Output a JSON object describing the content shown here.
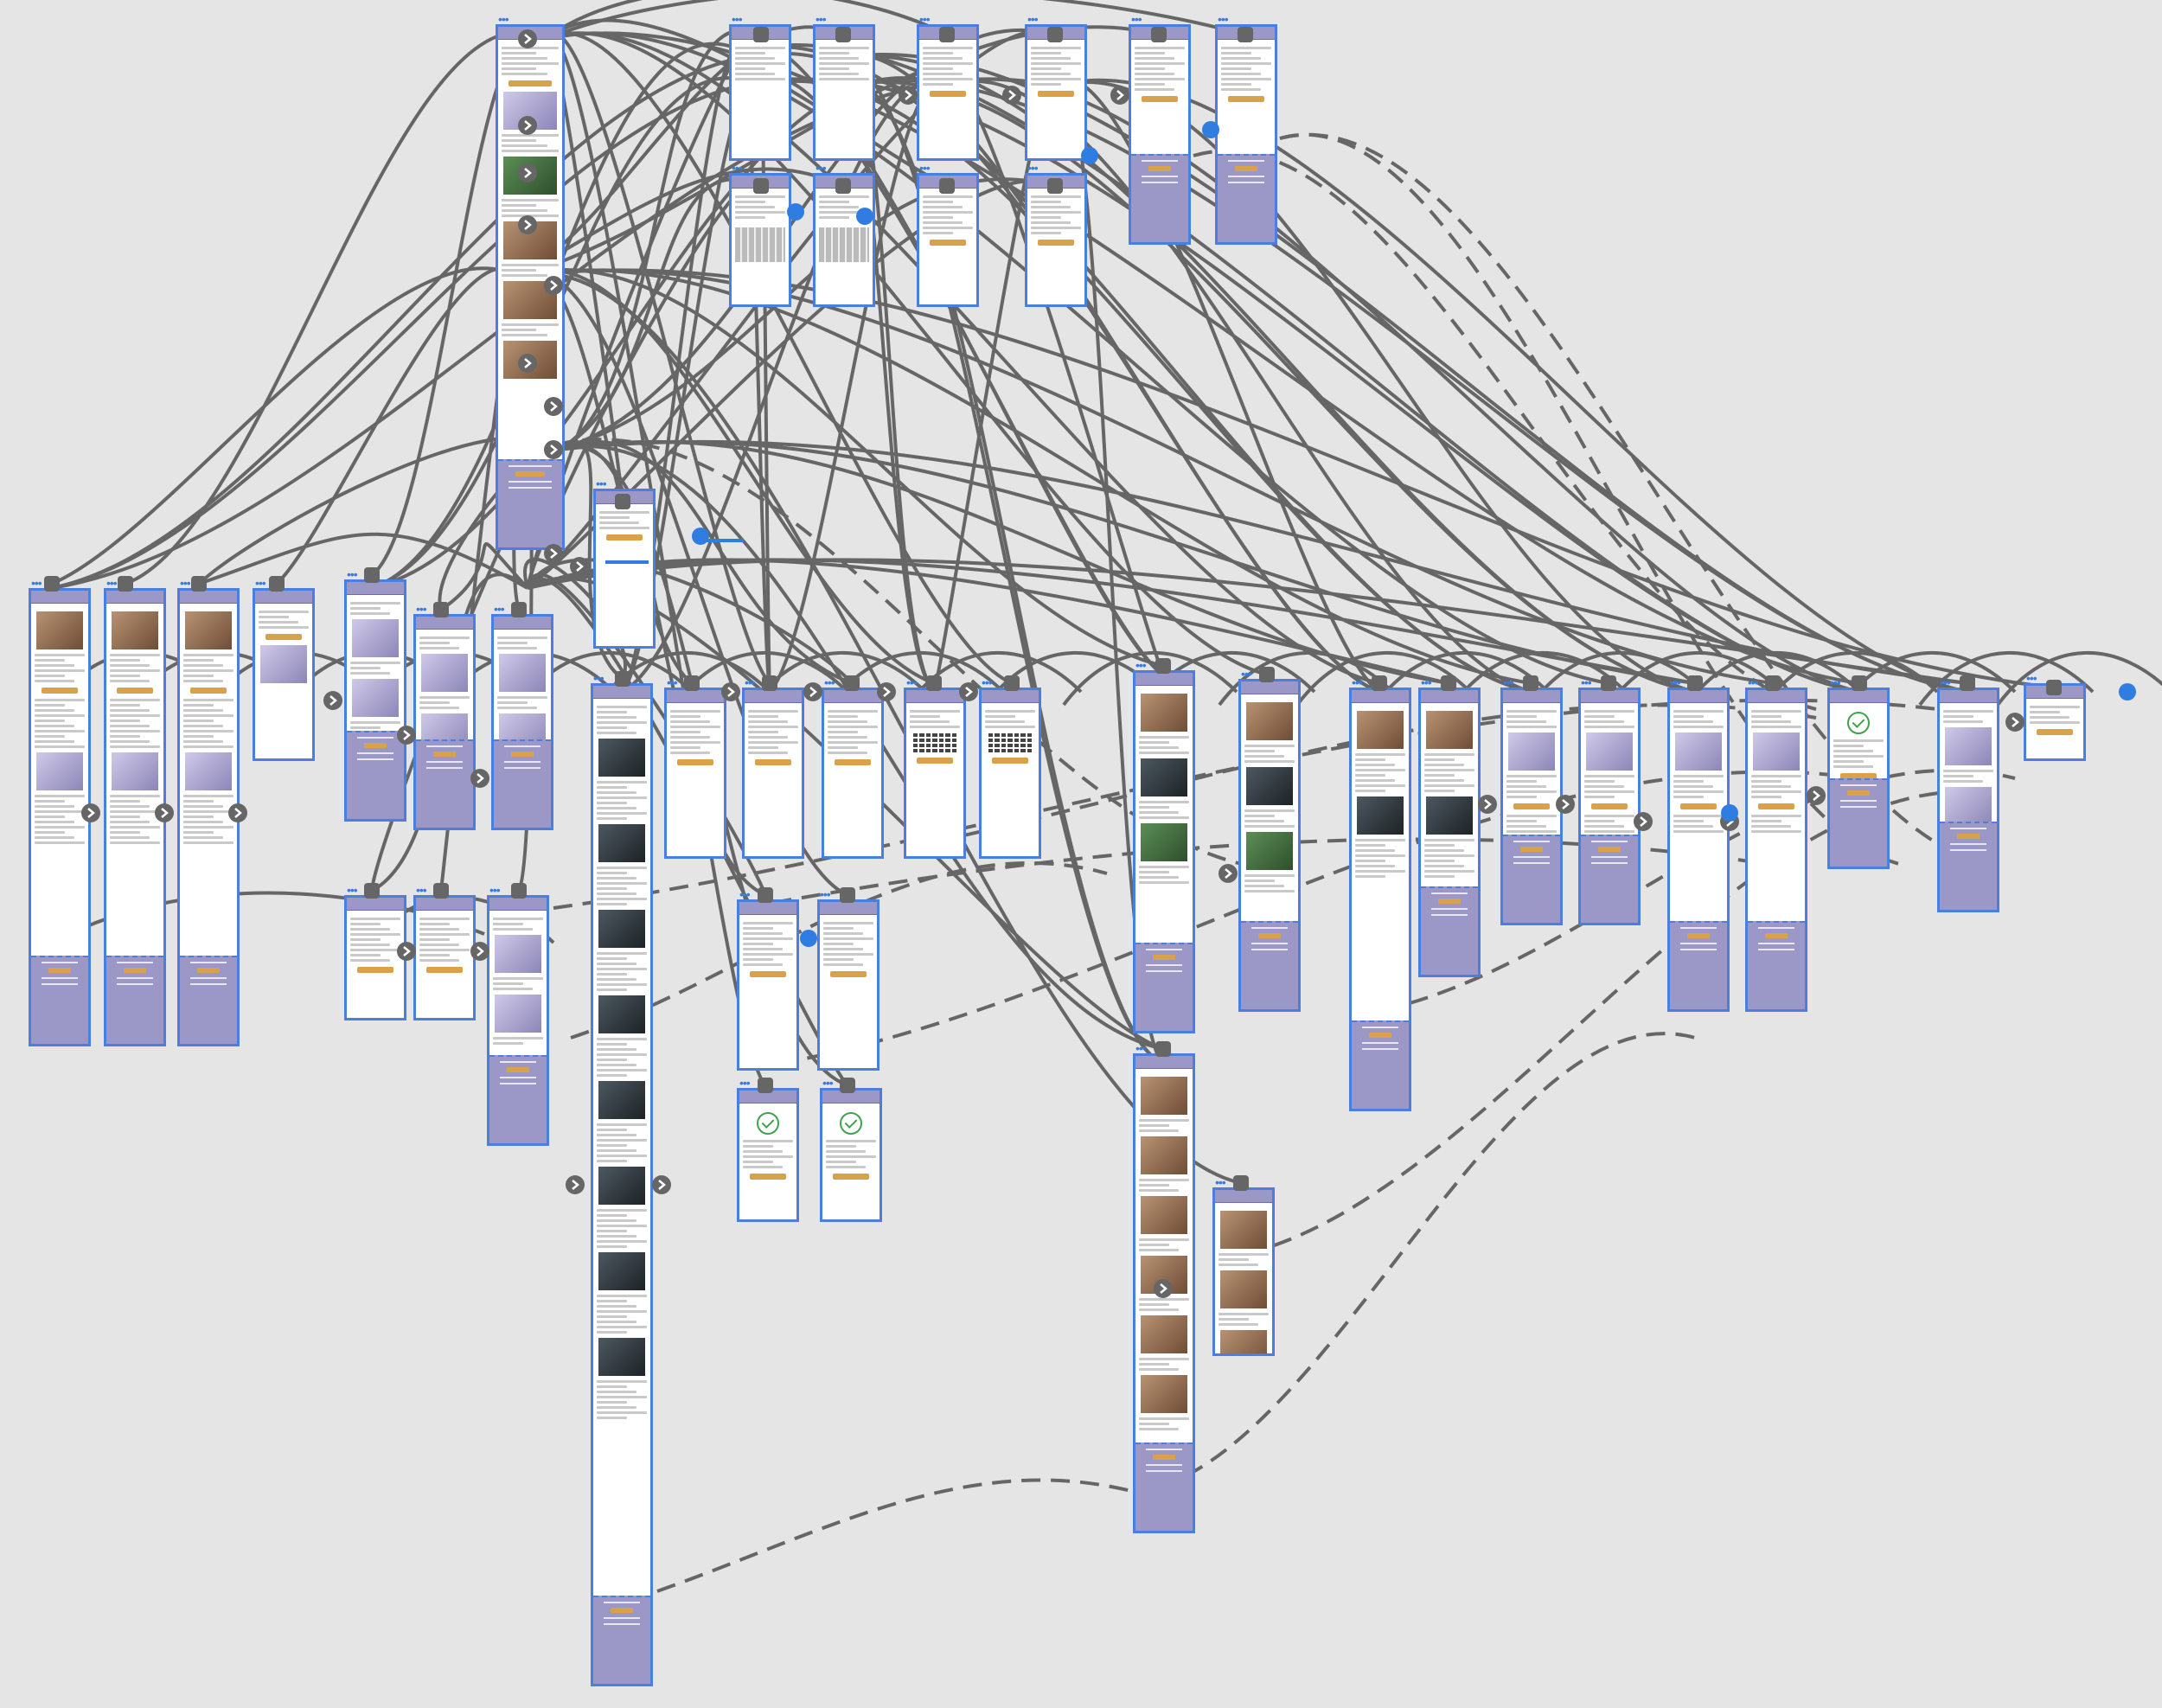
{
  "colors": {
    "background": "#e5e5e5",
    "screen_border": "#4a7fdd",
    "header": "#9b97c6",
    "connector": "#666666",
    "accent_blue": "#2f7de1",
    "button": "#d9a14a"
  },
  "screens": [
    {
      "id": "home",
      "header": "ALEXANDRIA B",
      "title": "Popular items ready for new available",
      "kind": "long"
    },
    {
      "id": "m1",
      "header": "ALEXANDRIA B",
      "title": "",
      "kind": "menu"
    },
    {
      "id": "m2",
      "header": "ALEXANDRIA B",
      "title": "",
      "kind": "menu"
    },
    {
      "id": "m3",
      "header": "ALEXANDRIA B",
      "title": "Sign In",
      "kind": "form"
    },
    {
      "id": "m4",
      "header": "ALEXANDRIA B",
      "title": "",
      "kind": "form"
    },
    {
      "id": "m5",
      "header": "ALEXANDRIA B",
      "title": "My Account",
      "kind": "account"
    },
    {
      "id": "m6",
      "header": "ALEXANDRIA B",
      "title": "My Account",
      "kind": "account"
    },
    {
      "id": "k1",
      "header": "ALEXANDRIA B",
      "title": "Shop",
      "kind": "keyboard"
    },
    {
      "id": "k2",
      "header": "ALEXANDRIA B",
      "title": "Shop",
      "kind": "keyboard"
    },
    {
      "id": "f1",
      "header": "ALEXANDRIA B",
      "title": "",
      "kind": "form"
    },
    {
      "id": "f2",
      "header": "ALEXANDRIA B",
      "title": "",
      "kind": "form"
    },
    {
      "id": "p1",
      "header": "",
      "title": "Product Details",
      "kind": "product"
    },
    {
      "id": "p2",
      "header": "",
      "title": "Product Details",
      "kind": "product"
    },
    {
      "id": "p3",
      "header": "",
      "title": "Product Details",
      "kind": "product"
    },
    {
      "id": "p4",
      "header": "",
      "title": "",
      "kind": "dialog"
    },
    {
      "id": "s1",
      "header": "ALEXANDRIA B",
      "title": "",
      "kind": "shop"
    },
    {
      "id": "s2",
      "header": "ALEXANDRIA B",
      "title": "",
      "kind": "shop"
    },
    {
      "id": "s3",
      "header": "ALEXANDRIA B",
      "title": "",
      "kind": "shop"
    },
    {
      "id": "pop",
      "header": "",
      "title": "",
      "kind": "popup"
    },
    {
      "id": "fl1",
      "header": "ALEXANDRIA B",
      "title": "Filters",
      "kind": "filter"
    },
    {
      "id": "fl2",
      "header": "ALEXANDRIA B",
      "title": "Filters",
      "kind": "filter"
    },
    {
      "id": "s4",
      "header": "ALEXANDRIA B",
      "title": "",
      "kind": "shop"
    },
    {
      "id": "team",
      "header": "ALEXANDRIA B",
      "title": "",
      "kind": "team"
    },
    {
      "id": "b1",
      "header": "ALEXANDRIA B",
      "title": "Book a Beading",
      "kind": "booking"
    },
    {
      "id": "b2",
      "header": "ALEXANDRIA B",
      "title": "Book a Beading",
      "kind": "booking"
    },
    {
      "id": "b3",
      "header": "ALEXANDRIA B",
      "title": "Book a Beading",
      "kind": "booking"
    },
    {
      "id": "b4",
      "header": "ALEXANDRIA B",
      "title": "Book a Beading",
      "kind": "calendar"
    },
    {
      "id": "b5",
      "header": "ALEXANDRIA B",
      "title": "Book a Beading",
      "kind": "calendar"
    },
    {
      "id": "b6",
      "header": "ALEXANDRIA B",
      "title": "Book a Beading",
      "kind": "booking"
    },
    {
      "id": "b7",
      "header": "ALEXANDRIA B",
      "title": "Book a Beading",
      "kind": "booking"
    },
    {
      "id": "c1",
      "header": "ALEXANDRIA B",
      "title": "Booking Confirmed",
      "kind": "confirm"
    },
    {
      "id": "c2",
      "header": "ALEXANDRIA B",
      "title": "Booking Confirmed",
      "kind": "confirm"
    },
    {
      "id": "blog1",
      "header": "ALEXANDRIA B",
      "title": "",
      "kind": "blog"
    },
    {
      "id": "blog2",
      "header": "",
      "title": "BLOG",
      "kind": "blog"
    },
    {
      "id": "enc",
      "header": "ALEXANDRIA B",
      "title": "ENCYCLOPEDIA",
      "kind": "encyclopedia"
    },
    {
      "id": "enc2",
      "header": "ALEXANDRIA B",
      "title": "",
      "kind": "encyclopedia"
    },
    {
      "id": "about1",
      "header": "",
      "title": "ABOUT",
      "kind": "about"
    },
    {
      "id": "about2",
      "header": "",
      "title": "ABOUT",
      "kind": "about"
    },
    {
      "id": "cart1",
      "header": "",
      "title": "CART",
      "kind": "cart"
    },
    {
      "id": "cart2",
      "header": "ALEXANDRIA B",
      "title": "",
      "kind": "cart"
    },
    {
      "id": "cart3",
      "header": "ALEXANDRIA B",
      "title": "",
      "kind": "cart"
    },
    {
      "id": "cart4",
      "header": "ALEXANDRIA B",
      "title": "",
      "kind": "cart"
    },
    {
      "id": "ok",
      "header": "ALEXANDRIA B",
      "title": "",
      "kind": "confirm"
    },
    {
      "id": "wish",
      "header": "ALEXANDRIA B",
      "title": "WISHLIST",
      "kind": "shop"
    },
    {
      "id": "end",
      "header": "",
      "title": "",
      "kind": "popup"
    }
  ]
}
